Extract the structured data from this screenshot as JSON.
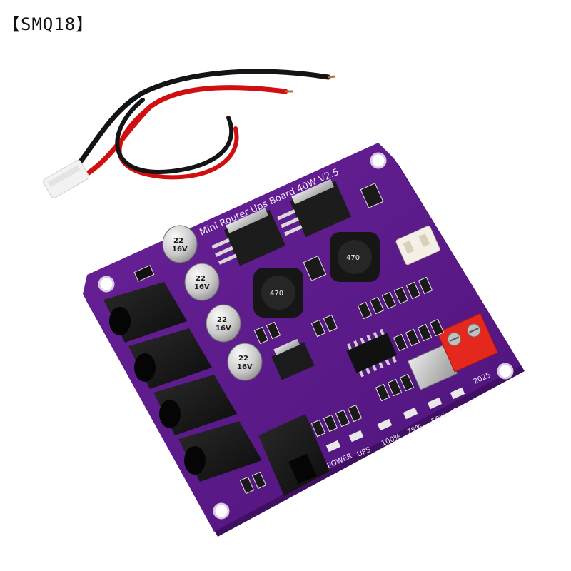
{
  "product_tag": "【SMQ18】",
  "board": {
    "title": "Mini Router Ups Board 40W V2.5",
    "year": "2025",
    "led_labels": [
      "POWER",
      "UPS",
      "100%",
      "75%",
      "50%",
      "25%"
    ],
    "capacitor_label_line1": "22",
    "capacitor_label_line2": "16V",
    "coil_label": "470"
  },
  "colors": {
    "pcb": "#5b1a86",
    "pcb_edge": "#3f0f61",
    "wire_red": "#d01010",
    "wire_black": "#141414",
    "terminal_block": "#e5281e"
  }
}
